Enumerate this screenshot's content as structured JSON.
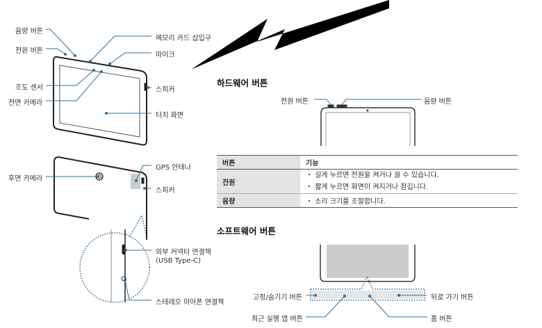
{
  "front_labels": {
    "volume": "음량 버튼",
    "power": "전원 버튼",
    "memory": "메모리 카드 삽입구",
    "mic": "마이크",
    "light": "조도 센서",
    "front_cam": "전면 카메라",
    "speaker": "스피커",
    "touch": "터치 화면"
  },
  "back_labels": {
    "gps": "GPS 안테나",
    "rear_cam": "후면 카메라",
    "speaker": "스피커",
    "usb": "외부 커넥터 연결잭",
    "usb_type": "(USB Type-C)",
    "earphone": "스테레오 이어폰 연결잭"
  },
  "hardware": {
    "title": "하드웨어 버튼",
    "power": "전원 버튼",
    "volume": "음량 버튼"
  },
  "table": {
    "headers": [
      "버튼",
      "기능"
    ],
    "rows": [
      {
        "key": "전원",
        "items": [
          "길게 누르면 전원을 켜거나 끌 수 있습니다.",
          "짧게 누르면 화면이 켜지거나 잠깁니다."
        ]
      },
      {
        "key": "음량",
        "items": [
          "소리 크기를 조절합니다."
        ]
      }
    ]
  },
  "software": {
    "title": "소프트웨어 버튼",
    "pin": "고정/숨기기 버튼",
    "back": "뒤로 가기 버튼",
    "recent": "최근 실행 앱 버튼",
    "home": "홈 버튼"
  },
  "colors": {
    "callout": "#2e6f9e",
    "bar": "#e6e6e6"
  }
}
